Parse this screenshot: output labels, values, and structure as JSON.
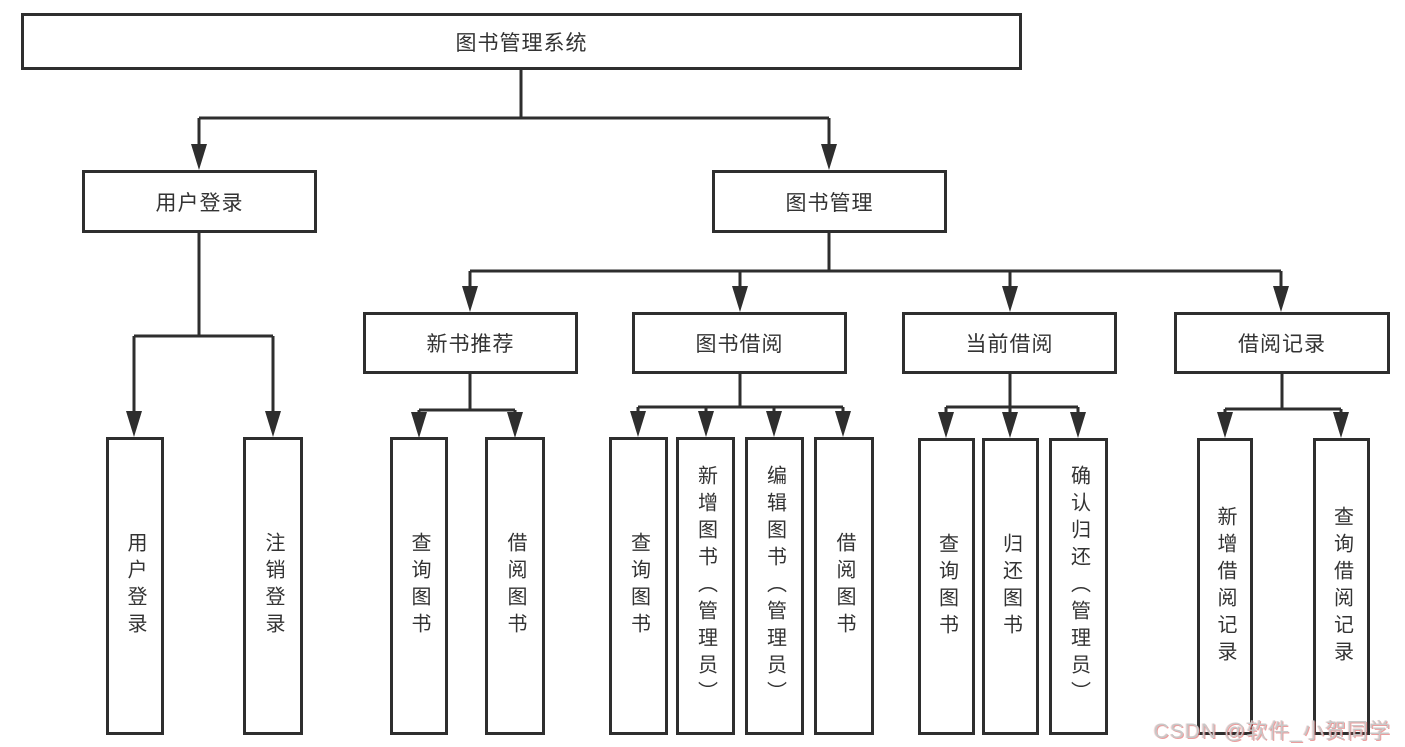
{
  "tree": {
    "root": {
      "label": "图书管理系统",
      "children": [
        {
          "label": "用户登录",
          "children": [
            {
              "label": "用户登录"
            },
            {
              "label": "注销登录"
            }
          ]
        },
        {
          "label": "图书管理",
          "children": [
            {
              "label": "新书推荐",
              "children": [
                {
                  "label": "查询图书"
                },
                {
                  "label": "借阅图书"
                }
              ]
            },
            {
              "label": "图书借阅",
              "children": [
                {
                  "label": "查询图书"
                },
                {
                  "label": "新增图书（管理员）"
                },
                {
                  "label": "编辑图书（管理员）"
                },
                {
                  "label": "借阅图书"
                }
              ]
            },
            {
              "label": "当前借阅",
              "children": [
                {
                  "label": "查询图书"
                },
                {
                  "label": "归还图书"
                },
                {
                  "label": "确认归还（管理员）"
                }
              ]
            },
            {
              "label": "借阅记录",
              "children": [
                {
                  "label": "新增借阅记录"
                },
                {
                  "label": "查询借阅记录"
                }
              ]
            }
          ]
        }
      ]
    }
  },
  "watermark": {
    "text": "CSDN @软件_小贺同学"
  },
  "colors": {
    "line": "#2e2e2e",
    "box_border": "#2e2e2e",
    "text": "#333333",
    "background": "#ffffff",
    "watermark_gray": "#c8c8c8",
    "watermark_red": "#e06a6a"
  }
}
